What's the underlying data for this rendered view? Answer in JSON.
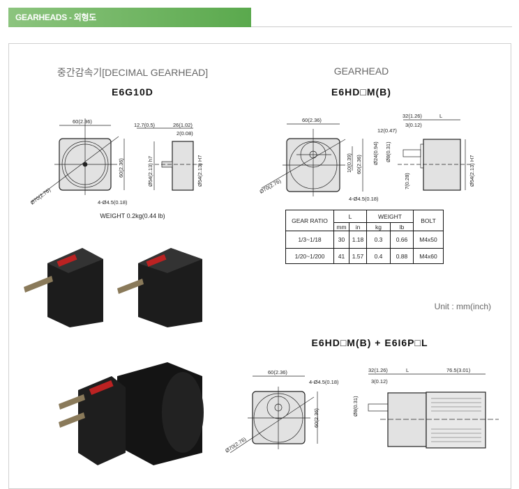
{
  "header": {
    "title": "GEARHEADS - 외형도"
  },
  "left": {
    "section": "중간감속기[DECIMAL GEARHEAD]",
    "model": "E6G10D",
    "dims": {
      "width": "60(2.36)",
      "height": "60(2.36)",
      "dia70": "Ø70(2.76)",
      "holes": "4-Ø4.5(0.18)",
      "d127": "12.7(0.5)",
      "d26": "26(1.02)",
      "d2": "2(0.08)",
      "pilot_h7": "Ø54(2.13) h7",
      "pilot_H7": "Ø54(2.13) H7"
    },
    "weight": "WEIGHT 0.2kg(0.44 lb)"
  },
  "right": {
    "section": "GEARHEAD",
    "model": "E6HD□M(B)",
    "dims": {
      "width": "60(2.36)",
      "height": "60(2.36)",
      "offset": "10(0.39)",
      "dia70": "Ø70(2.76)",
      "holes": "4-Ø4.5(0.18)",
      "d32": "32(1.26)",
      "L": "L",
      "d3": "3(0.12)",
      "d12": "12(0.47)",
      "d24": "Ø24(0.94)",
      "d8": "Ø8(0.31)",
      "d7": "7(0.28)",
      "pilot": "Ø54(2.13) H7"
    },
    "table": {
      "headers": {
        "ratio": "GEAR RATIO",
        "L": "L",
        "weight": "WEIGHT",
        "bolt": "BOLT",
        "mm": "mm",
        "in": "in",
        "kg": "kg",
        "lb": "lb"
      },
      "rows": [
        [
          "1/3~1/18",
          "30",
          "1.18",
          "0.3",
          "0.66",
          "M4x50"
        ],
        [
          "1/20~1/200",
          "41",
          "1.57",
          "0.4",
          "0.88",
          "M4x60"
        ]
      ]
    },
    "unit": "Unit : mm(inch)"
  },
  "bottom": {
    "model": "E6HD□M(B) + E6I6P□L",
    "dims": {
      "width": "60(2.36)",
      "height": "60(2.36)",
      "holes": "4-Ø4.5(0.18)",
      "dia70": "Ø70(2.76)",
      "d32": "32(1.26)",
      "L": "L",
      "d765": "76.5(3.01)",
      "d3": "3(0.12)",
      "d8": "Ø8(0.31)"
    }
  }
}
